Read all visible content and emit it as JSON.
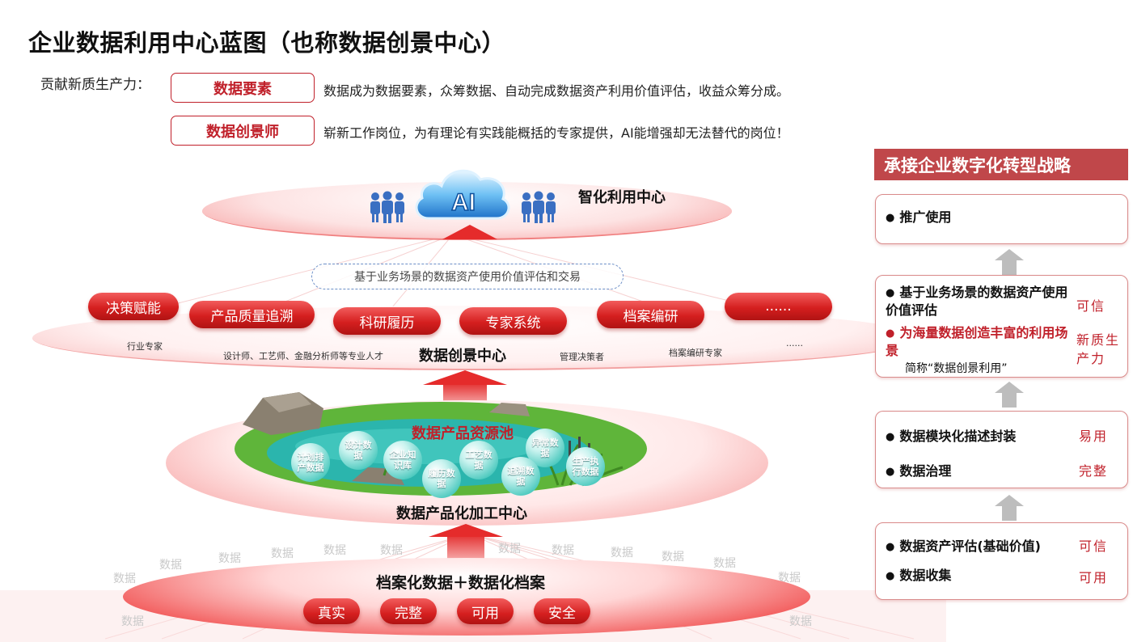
{
  "title": "企业数据利用中心蓝图（也称数据创景中心）",
  "contribution": {
    "label": "贡献新质生产力：",
    "items": [
      {
        "name": "数据要素",
        "desc": "数据成为数据要素，众筹数据、自动完成数据资产利用价值评估，收益众筹分成。"
      },
      {
        "name": "数据创景师",
        "desc": "崭新工作岗位，为有理论有实践能概括的专家提供，AI能增强却无法替代的岗位！"
      }
    ]
  },
  "diagram": {
    "top": {
      "label": "智化利用中心",
      "ai_text": "AI"
    },
    "middle": {
      "label": "数据创景中心",
      "assessment": "基于业务场景的数据资产使用价值评估和交易",
      "pills": [
        "决策赋能",
        "产品质量追溯",
        "科研履历",
        "专家系统",
        "档案编研",
        "......"
      ],
      "roles": [
        "行业专家",
        "设计师、工艺师、金融分析师等专业人才",
        "管理决策者",
        "档案编研专家",
        "......"
      ]
    },
    "pool": {
      "label": "数据产品化加工中心",
      "pool_title": "数据产品资源池",
      "bubbles": [
        "计划排产数据",
        "设计数据",
        "企业知识库",
        "履历数据",
        "工艺数据",
        "异常数据",
        "追溯数据",
        "生产执行数据"
      ]
    },
    "base": {
      "label": "档案化数据＋数据化档案",
      "qualities": [
        "真实",
        "完整",
        "可用",
        "安全"
      ],
      "faint_word": "数据"
    }
  },
  "strategy_panel": {
    "header": "承接企业数字化转型战略",
    "box1": {
      "items": [
        "推广使用"
      ]
    },
    "box2": {
      "item1": "基于业务场景的数据资产使用价值评估",
      "item2": "为海量数据创造丰富的利用场景",
      "note": "简称“数据创景利用”",
      "tag1": "可信",
      "tag2": "新质生产力"
    },
    "box3": {
      "item1": "数据模块化描述封装",
      "tag1": "易用",
      "item2": "数据治理",
      "tag2": "完整"
    },
    "box4": {
      "item1": "数据资产评估(基础价值)",
      "tag1": "可信",
      "item2": "数据收集",
      "tag2": "可用"
    }
  },
  "colors": {
    "accent": "#c0202a",
    "panel_header": "#c0474a",
    "pool_water": "#2bb5ad",
    "grass": "#5fb53a"
  },
  "icons": [
    "people-icon",
    "ai-cloud-icon",
    "up-arrow-icon",
    "rock-icon",
    "grass-icon"
  ]
}
